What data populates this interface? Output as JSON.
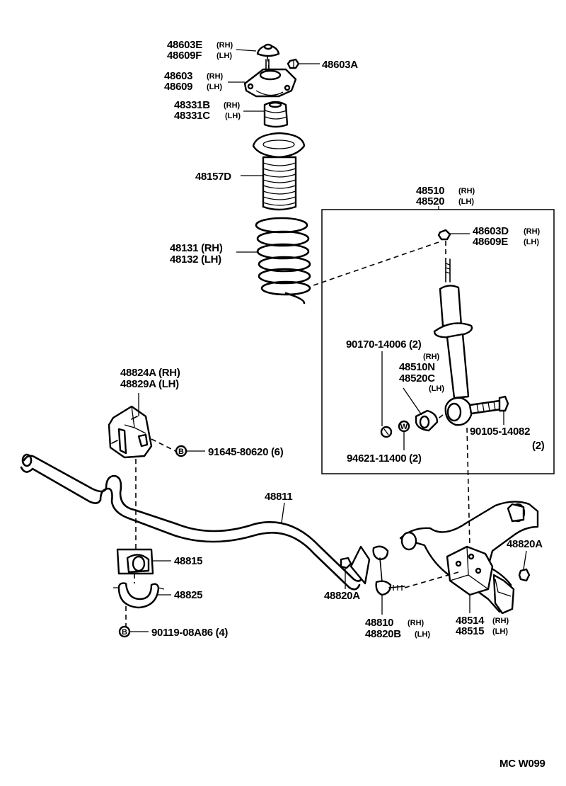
{
  "labels": {
    "l48603E": "48603E",
    "l48603E_rh": "(RH)",
    "l48609F": "48609F",
    "l48609F_lh": "(LH)",
    "l48603A": "48603A",
    "l48603": "48603",
    "l48603_rh": "(RH)",
    "l48609": "48609",
    "l48609_lh": "(LH)",
    "l48331B": "48331B",
    "l48331B_rh": "(RH)",
    "l48331C": "48331C",
    "l48331C_lh": "(LH)",
    "l48157D": "48157D",
    "l48131": "48131 (RH)",
    "l48132": "48132 (LH)",
    "l48510": "48510",
    "l48510_rh": "(RH)",
    "l48520": "48520",
    "l48520_lh": "(LH)",
    "l48603D": "48603D",
    "l48603D_rh": "(RH)",
    "l48609E": "48609E",
    "l48609E_lh": "(LH)",
    "l90170": "90170-14006 (2)",
    "l48510N_rh": "(RH)",
    "l48510N": "48510N",
    "l48520C": "48520C",
    "l48520C_lh": "(LH)",
    "l90105": "90105-14082",
    "l90105_qty": "(2)",
    "l94621": "94621-11400 (2)",
    "l48824A": "48824A (RH)",
    "l48829A": "48829A (LH)",
    "l91645": "91645-80620 (6)",
    "l48811": "48811",
    "l48815": "48815",
    "l48825": "48825",
    "l90119": "90119-08A86 (4)",
    "l48820A_left": "48820A",
    "l48810": "48810",
    "l48810_rh": "(RH)",
    "l48820B": "48820B",
    "l48820B_lh": "(LH)",
    "l48514": "48514",
    "l48514_rh": "(RH)",
    "l48515": "48515",
    "l48515_lh": "(LH)",
    "l48820A_right": "48820A",
    "footer": "MC  W099"
  },
  "markers": {
    "nut_n": "N",
    "bolt_b": "B",
    "washer_w": "W"
  }
}
